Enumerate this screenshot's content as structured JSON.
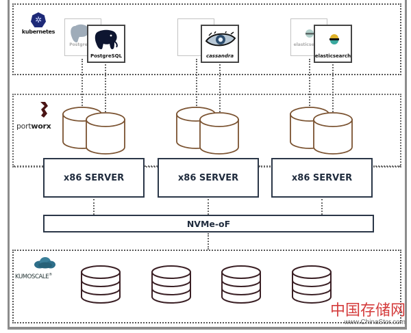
{
  "diagram": {
    "layers": {
      "orchestration": {
        "logo_label": "kubernetes",
        "logo_icon": "kubernetes-helm-icon",
        "apps": [
          {
            "name": "PostgreSQL",
            "ghost_label": "PostgreSQL",
            "icon": "postgresql-elephant-icon"
          },
          {
            "name": "cassandra",
            "ghost_label": "",
            "icon": "cassandra-eye-icon"
          },
          {
            "name": "elasticsearch",
            "ghost_label": "elasticsearch",
            "icon": "elasticsearch-icon"
          }
        ]
      },
      "storage_software": {
        "logo_label_light": "port",
        "logo_label_bold": "worx",
        "logo_icon": "portworx-mark-icon",
        "volume_groups": 3
      },
      "compute": {
        "servers": [
          {
            "label": "x86 SERVER"
          },
          {
            "label": "x86 SERVER"
          },
          {
            "label": "x86 SERVER"
          }
        ]
      },
      "fabric": {
        "label": "NVMe-oF"
      },
      "disaggregated_storage": {
        "logo_label": "KUMOSCALE",
        "logo_trademark": "®",
        "logo_icon": "kumoscale-cloud-icon",
        "storage_nodes": 4
      }
    },
    "colors": {
      "server_border": "#2a3647",
      "server_text": "#1f2b3d",
      "portworx_cylinder": "#7a5230",
      "kumoscale_stack": "#3a1f24",
      "kubernetes_blue": "#1e2a78",
      "portworx_mark": "#4a1414",
      "kumoscale_cloud": "#2e6f8a",
      "watermark_red": "#d43b3b"
    }
  },
  "watermark": {
    "chinese": "中国存储网",
    "url": "www.ChinaStor.com"
  }
}
